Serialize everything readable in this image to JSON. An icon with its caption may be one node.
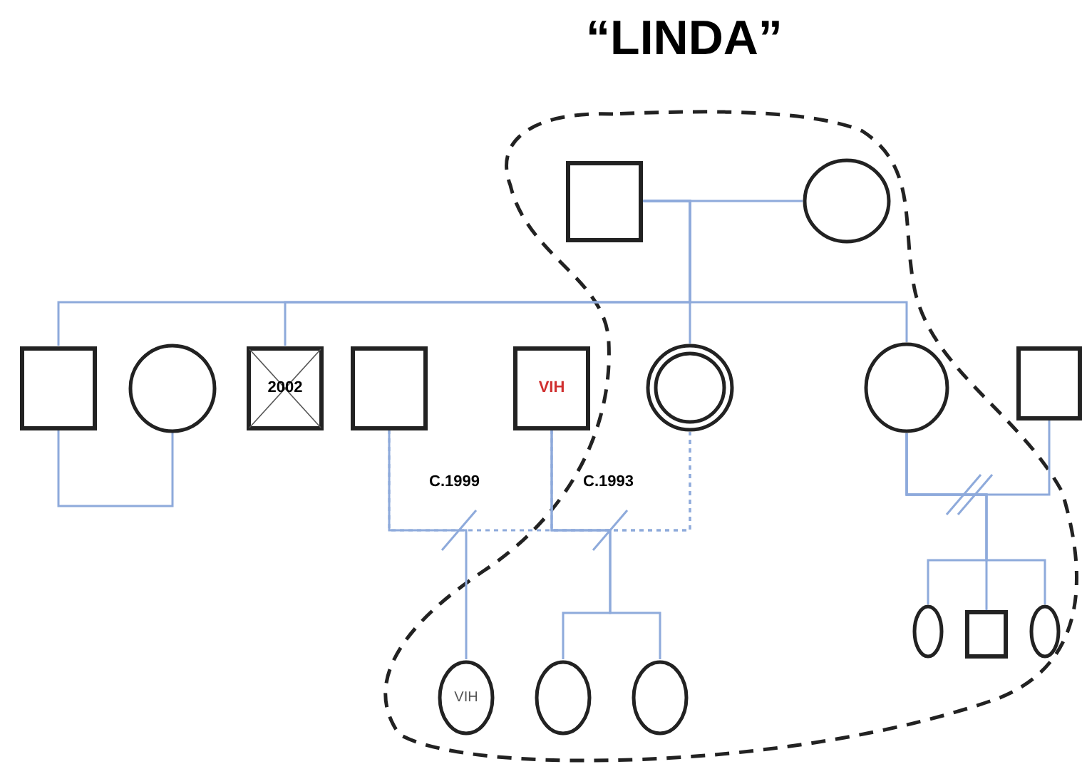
{
  "diagram": {
    "title": "“LINDA”",
    "nodes": [
      {
        "text": [],
        "shape": "box"
      },
      {
        "text": [],
        "shape": "circle"
      },
      {
        "text": [],
        "shape": "box"
      },
      {
        "text": [],
        "shape": "circle"
      },
      {
        "text": [
          "2002"
        ]
      },
      {
        "text": [],
        "shape": "box"
      },
      {
        "text": [
          "VIH"
        ]
      },
      {
        "text": [],
        "shape": "circle"
      },
      {
        "text": [],
        "shape": "circle"
      },
      {
        "text": [],
        "shape": "box"
      },
      {
        "text": [
          "VIH"
        ]
      },
      {
        "text": [],
        "shape": "circle"
      },
      {
        "text": [],
        "shape": "circle"
      },
      {
        "text": [],
        "shape": "circle"
      },
      {
        "text": [],
        "shape": "box"
      },
      {
        "text": [],
        "shape": "circle"
      }
    ],
    "edges": [
      {
        "from": 0,
        "to": 1,
        "arrow": "none"
      },
      {
        "from": 0,
        "to": 2,
        "arrow": "none"
      },
      {
        "from": 0,
        "to": 4,
        "arrow": "none"
      },
      {
        "from": 0,
        "to": 7,
        "arrow": "none"
      },
      {
        "from": 0,
        "to": 8,
        "arrow": "none"
      },
      {
        "from": 2,
        "to": 3,
        "arrow": "none"
      },
      {
        "from": 5,
        "to": 7,
        "arrow": "none",
        "style": "dashed",
        "label": "C.1999"
      },
      {
        "from": 6,
        "to": 7,
        "arrow": "none",
        "style": "dashed",
        "label": "C.1993"
      },
      {
        "from": 5,
        "to": 10,
        "arrow": "none"
      },
      {
        "from": 6,
        "to": 11,
        "arrow": "none"
      },
      {
        "from": 6,
        "to": 12,
        "arrow": "none"
      },
      {
        "from": 8,
        "to": 13,
        "arrow": "none"
      },
      {
        "from": 8,
        "to": 14,
        "arrow": "none"
      },
      {
        "from": 8,
        "to": 15,
        "arrow": "none"
      },
      {
        "from": 8,
        "to": 9,
        "arrow": "none"
      }
    ]
  }
}
